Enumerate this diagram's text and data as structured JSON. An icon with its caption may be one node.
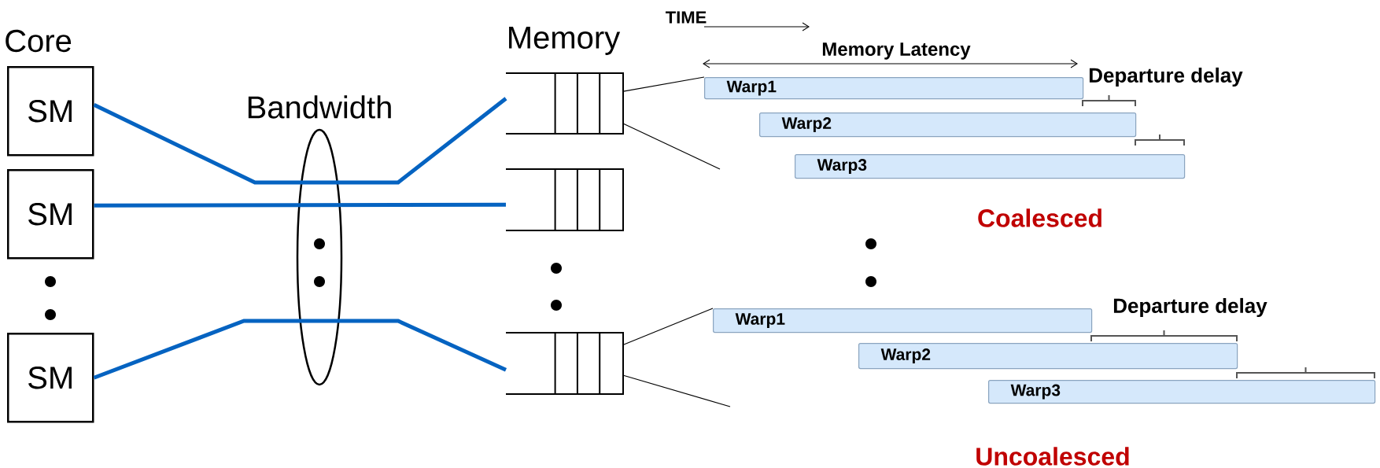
{
  "diagram": {
    "nodes": [
      {
        "text": [
          "SM"
        ]
      },
      {
        "text": [
          "SM"
        ]
      },
      {
        "text": [
          "SM"
        ]
      },
      {
        "text": [],
        "shape": "box"
      },
      {
        "text": [],
        "shape": "box"
      },
      {
        "text": [],
        "shape": "box"
      },
      {
        "text": [
          "Warp1"
        ]
      },
      {
        "text": [
          "Warp2"
        ]
      },
      {
        "text": [
          "Warp3"
        ]
      },
      {
        "text": [
          "Warp1"
        ]
      },
      {
        "text": [
          "Warp2"
        ]
      },
      {
        "text": [
          "Warp3"
        ]
      }
    ],
    "edges": [
      {
        "from": 0,
        "to": 3,
        "arrow": "none",
        "style": "thick",
        "color": "#0563c1"
      },
      {
        "from": 1,
        "to": 4,
        "arrow": "none",
        "style": "thick",
        "color": "#0563c1"
      },
      {
        "from": 2,
        "to": 5,
        "arrow": "none",
        "style": "thick",
        "color": "#0563c1"
      },
      {
        "from": 3,
        "to": 6,
        "arrow": "none"
      },
      {
        "from": 3,
        "to": null,
        "arrow": "none"
      },
      {
        "from": 5,
        "to": 9,
        "arrow": "none"
      },
      {
        "from": 5,
        "to": null,
        "arrow": "none"
      }
    ],
    "labels": [
      "Core",
      "Memory",
      "Bandwidth",
      "TIME",
      "Memory Latency",
      "Departure delay",
      "Coalesced",
      "Departure delay",
      "Uncoalesced"
    ]
  }
}
